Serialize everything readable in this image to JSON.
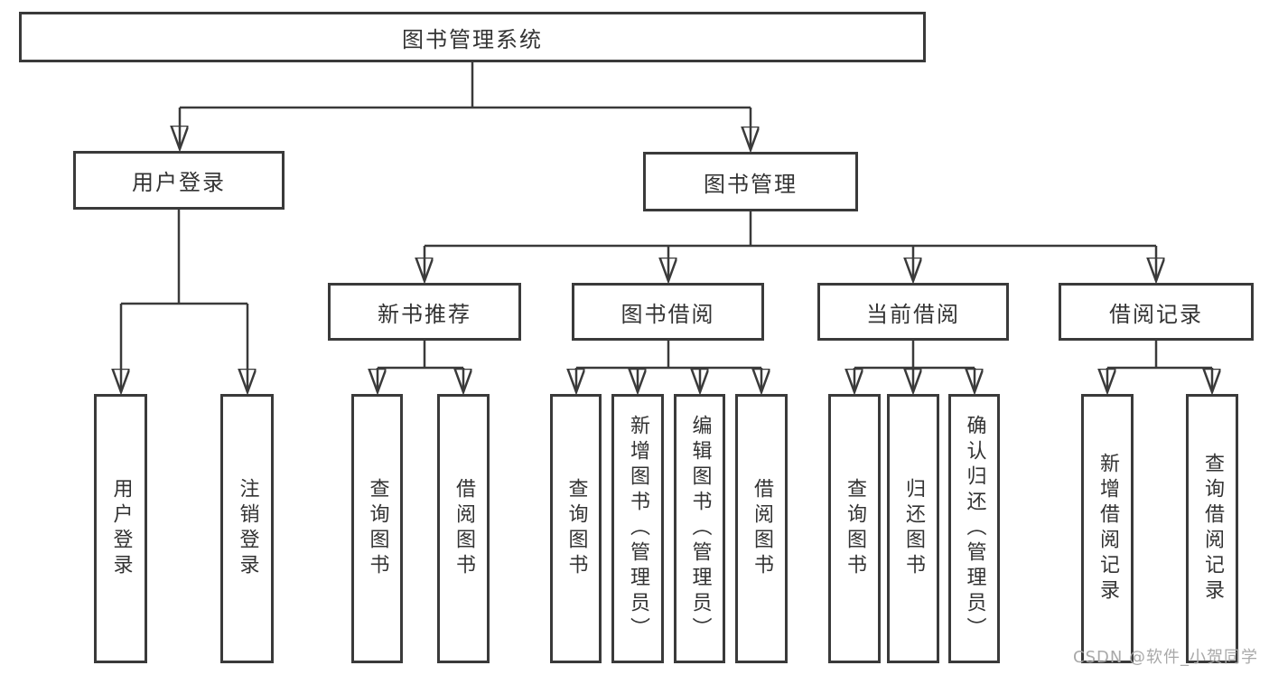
{
  "diagram_type": "hierarchy-tree",
  "colors": {
    "background": "#ffffff",
    "line": "#3a3a3a",
    "box_border": "#3a3a3a",
    "text": "#333333",
    "watermark": "#a9a9a9"
  },
  "watermark": "CSDN @软件_小贺同学",
  "tree": {
    "root": {
      "label": "图书管理系统"
    },
    "level2": [
      {
        "label": "用户登录",
        "children": [
          {
            "label": "用户登录"
          },
          {
            "label": "注销登录"
          }
        ]
      },
      {
        "label": "图书管理",
        "children": [
          {
            "label": "新书推荐",
            "children": [
              {
                "label": "查询图书"
              },
              {
                "label": "借阅图书"
              }
            ]
          },
          {
            "label": "图书借阅",
            "children": [
              {
                "label": "查询图书"
              },
              {
                "label": "新增图书（管理员）"
              },
              {
                "label": "编辑图书（管理员）"
              },
              {
                "label": "借阅图书"
              }
            ]
          },
          {
            "label": "当前借阅",
            "children": [
              {
                "label": "查询图书"
              },
              {
                "label": "归还图书"
              },
              {
                "label": "确认归还（管理员）"
              }
            ]
          },
          {
            "label": "借阅记录",
            "children": [
              {
                "label": "新增借阅记录"
              },
              {
                "label": "查询借阅记录"
              }
            ]
          }
        ]
      }
    ]
  }
}
